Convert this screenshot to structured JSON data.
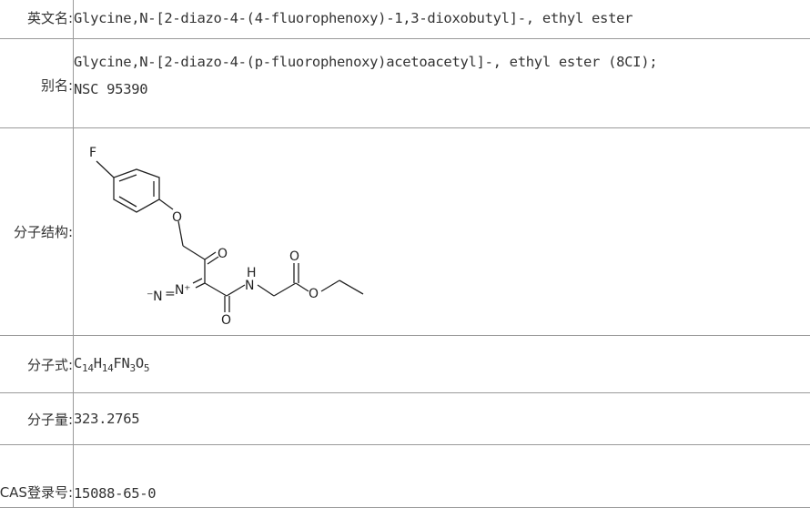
{
  "fields": {
    "english_name": {
      "label": "英文名:",
      "value": "Glycine,N-[2-diazo-4-(4-fluorophenoxy)-1,3-dioxobutyl]-, ethyl ester"
    },
    "alias": {
      "label": "别名:",
      "value_line1": "Glycine,N-[2-diazo-4-(p-fluorophenoxy)acetoacetyl]-, ethyl ester (8CI);",
      "value_line2": "NSC 95390"
    },
    "structure": {
      "label": "分子结构:"
    },
    "formula": {
      "label": "分子式:",
      "parts": [
        "C",
        "14",
        "H",
        "14",
        "FN",
        "3",
        "O",
        "5"
      ]
    },
    "molecular_weight": {
      "label": "分子量:",
      "value": "323.2765"
    },
    "cas": {
      "label": "CAS登录号:",
      "value": "15088-65-0"
    }
  },
  "molecule_atoms": {
    "fluorine": "F",
    "ether_oxygen": "O",
    "ketone_oxygen": "O",
    "amide_nitrogen": "N",
    "amide_hydrogen": "H",
    "ester_carbonyl_oxygen": "O",
    "ester_oxygen": "O",
    "diazo_terminal": "⁻N",
    "diazo_equals": "=",
    "diazo_central": "N⁺",
    "amide_carbonyl_oxygen": "O"
  }
}
